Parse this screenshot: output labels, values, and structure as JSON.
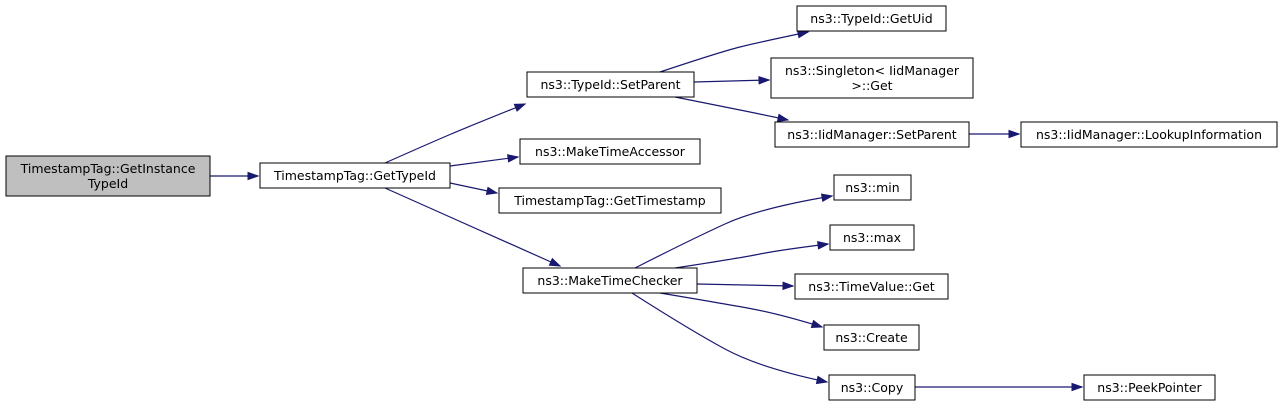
{
  "graph": {
    "edge_color": "#191970",
    "root_fill": "#bfbfbf",
    "nodes": {
      "n1": {
        "lines": [
          "TimestampTag::GetInstance",
          "TypeId"
        ]
      },
      "n2": {
        "lines": [
          "TimestampTag::GetTypeId"
        ]
      },
      "n3": {
        "lines": [
          "ns3::TypeId::SetParent"
        ]
      },
      "n4": {
        "lines": [
          "ns3::MakeTimeAccessor"
        ]
      },
      "n5": {
        "lines": [
          "TimestampTag::GetTimestamp"
        ]
      },
      "n6": {
        "lines": [
          "ns3::MakeTimeChecker"
        ]
      },
      "n7": {
        "lines": [
          "ns3::TypeId::GetUid"
        ]
      },
      "n8": {
        "lines": [
          "ns3::Singleton< IidManager",
          ">::Get"
        ]
      },
      "n9": {
        "lines": [
          "ns3::IidManager::SetParent"
        ]
      },
      "n10": {
        "lines": [
          "ns3::IidManager::LookupInformation"
        ]
      },
      "n11": {
        "lines": [
          "ns3::min"
        ]
      },
      "n12": {
        "lines": [
          "ns3::max"
        ]
      },
      "n13": {
        "lines": [
          "ns3::TimeValue::Get"
        ]
      },
      "n14": {
        "lines": [
          "ns3::Create"
        ]
      },
      "n15": {
        "lines": [
          "ns3::Copy"
        ]
      },
      "n16": {
        "lines": [
          "ns3::PeekPointer"
        ]
      }
    },
    "edges": [
      [
        "n1",
        "n2"
      ],
      [
        "n2",
        "n3"
      ],
      [
        "n2",
        "n4"
      ],
      [
        "n2",
        "n5"
      ],
      [
        "n2",
        "n6"
      ],
      [
        "n3",
        "n7"
      ],
      [
        "n3",
        "n8"
      ],
      [
        "n3",
        "n9"
      ],
      [
        "n9",
        "n10"
      ],
      [
        "n6",
        "n11"
      ],
      [
        "n6",
        "n12"
      ],
      [
        "n6",
        "n13"
      ],
      [
        "n6",
        "n14"
      ],
      [
        "n6",
        "n15"
      ],
      [
        "n15",
        "n16"
      ]
    ]
  }
}
